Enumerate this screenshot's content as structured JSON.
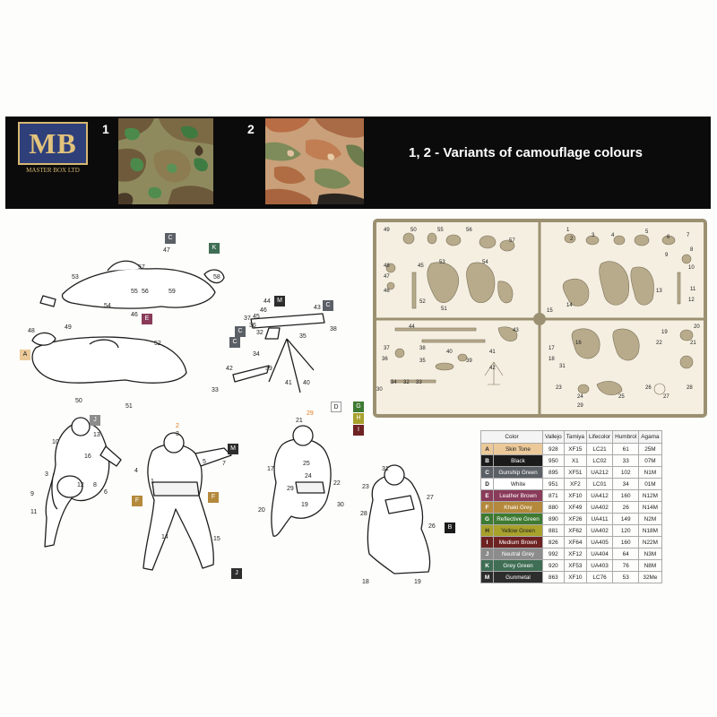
{
  "banner": {
    "logo_text": "MB",
    "logo_subtext": "MASTER BOX LTD",
    "swatch_1_label": "1",
    "swatch_2_label": "2",
    "caption": "1, 2  - Variants of camouflage colours"
  },
  "color_table": {
    "headers": [
      "Color",
      "Vallejo",
      "Tamiya",
      "Lifecolor",
      "Humbrol",
      "Agama"
    ],
    "rows": [
      {
        "letter": "A",
        "name": "Skin Tone",
        "swatch": "#ecc999",
        "vallejo": "928",
        "tamiya": "XF15",
        "lifecolor": "LC21",
        "humbrol": "61",
        "agama": "25M"
      },
      {
        "letter": "B",
        "name": "Black",
        "swatch": "#1b1b1b",
        "vallejo": "950",
        "tamiya": "X1",
        "lifecolor": "LC02",
        "humbrol": "33",
        "agama": "07M"
      },
      {
        "letter": "C",
        "name": "Gunship Green",
        "swatch": "#5b6066",
        "vallejo": "895",
        "tamiya": "XF51",
        "lifecolor": "UA212",
        "humbrol": "102",
        "agama": "N1M"
      },
      {
        "letter": "D",
        "name": "White",
        "swatch": "#ffffff",
        "vallejo": "951",
        "tamiya": "XF2",
        "lifecolor": "LC01",
        "humbrol": "34",
        "agama": "01M"
      },
      {
        "letter": "E",
        "name": "Leather Brown",
        "swatch": "#8a3b5a",
        "vallejo": "871",
        "tamiya": "XF10",
        "lifecolor": "UA412",
        "humbrol": "160",
        "agama": "N12M"
      },
      {
        "letter": "F",
        "name": "Khaki Grey",
        "swatch": "#b4893c",
        "vallejo": "880",
        "tamiya": "XF49",
        "lifecolor": "UA402",
        "humbrol": "26",
        "agama": "N14M"
      },
      {
        "letter": "G",
        "name": "Reflective Green",
        "swatch": "#3e7a32",
        "vallejo": "890",
        "tamiya": "XF26",
        "lifecolor": "UA411",
        "humbrol": "149",
        "agama": "N2M"
      },
      {
        "letter": "H",
        "name": "Yellow Green",
        "swatch": "#a8a12c",
        "vallejo": "881",
        "tamiya": "XF62",
        "lifecolor": "UA402",
        "humbrol": "120",
        "agama": "N18M"
      },
      {
        "letter": "I",
        "name": "Medium Brown",
        "swatch": "#6e2222",
        "vallejo": "826",
        "tamiya": "XF64",
        "lifecolor": "UA405",
        "humbrol": "160",
        "agama": "N22M"
      },
      {
        "letter": "J",
        "name": "Neutral Grey",
        "swatch": "#8c8c8c",
        "vallejo": "992",
        "tamiya": "XF12",
        "lifecolor": "UA404",
        "humbrol": "64",
        "agama": "N3M"
      },
      {
        "letter": "K",
        "name": "Grey Green",
        "swatch": "#3f6e54",
        "vallejo": "920",
        "tamiya": "XF53",
        "lifecolor": "UA403",
        "humbrol": "76",
        "agama": "N8M"
      },
      {
        "letter": "M",
        "name": "Gunmetal",
        "swatch": "#2d2d2d",
        "vallejo": "863",
        "tamiya": "XF10",
        "lifecolor": "LC76",
        "humbrol": "53",
        "agama": "32Me"
      }
    ]
  },
  "callouts": {
    "g1_tags": [
      "C",
      "K",
      "E"
    ],
    "g1_numbers": [
      "47",
      "57",
      "58",
      "53",
      "54",
      "46",
      "55",
      "56",
      "59",
      "48",
      "49",
      "52",
      "50",
      "51"
    ],
    "g1_tag_a": "A",
    "mg_tags": [
      "M",
      "C",
      "C",
      "C"
    ],
    "mg_numbers": [
      "44",
      "46",
      "45",
      "43",
      "37",
      "36",
      "32",
      "35",
      "38",
      "34",
      "33",
      "39",
      "42",
      "41",
      "40"
    ],
    "f1_tag": "J",
    "f1_numbers": [
      "13",
      "10",
      "16",
      "3",
      "12",
      "9",
      "11",
      "8",
      "6"
    ],
    "f2_tags": [
      "M",
      "F",
      "F",
      "J"
    ],
    "f2_numbers": [
      "2",
      "3",
      "4",
      "1",
      "5",
      "7",
      "14",
      "15"
    ],
    "f3_tags": [
      "D",
      "G",
      "H",
      "I"
    ],
    "f3_numbers": [
      "21",
      "29",
      "17",
      "25",
      "24",
      "22",
      "29",
      "30",
      "20",
      "19"
    ],
    "f4_tag": "B",
    "f4_numbers": [
      "31",
      "23",
      "27",
      "28",
      "26",
      "18",
      "19"
    ],
    "sprue_numbers": [
      "49",
      "50",
      "55",
      "56",
      "57",
      "48",
      "53",
      "45",
      "54",
      "47",
      "46",
      "52",
      "51",
      "44",
      "43",
      "37",
      "38",
      "36",
      "40",
      "35",
      "41",
      "39",
      "42",
      "34",
      "32",
      "33",
      "30",
      "1",
      "2",
      "3",
      "4",
      "5",
      "6",
      "7",
      "8",
      "9",
      "10",
      "11",
      "12",
      "13",
      "14",
      "15",
      "16",
      "17",
      "18",
      "19",
      "20",
      "21",
      "22",
      "23",
      "24",
      "25",
      "26",
      "27",
      "28",
      "29",
      "31"
    ]
  }
}
